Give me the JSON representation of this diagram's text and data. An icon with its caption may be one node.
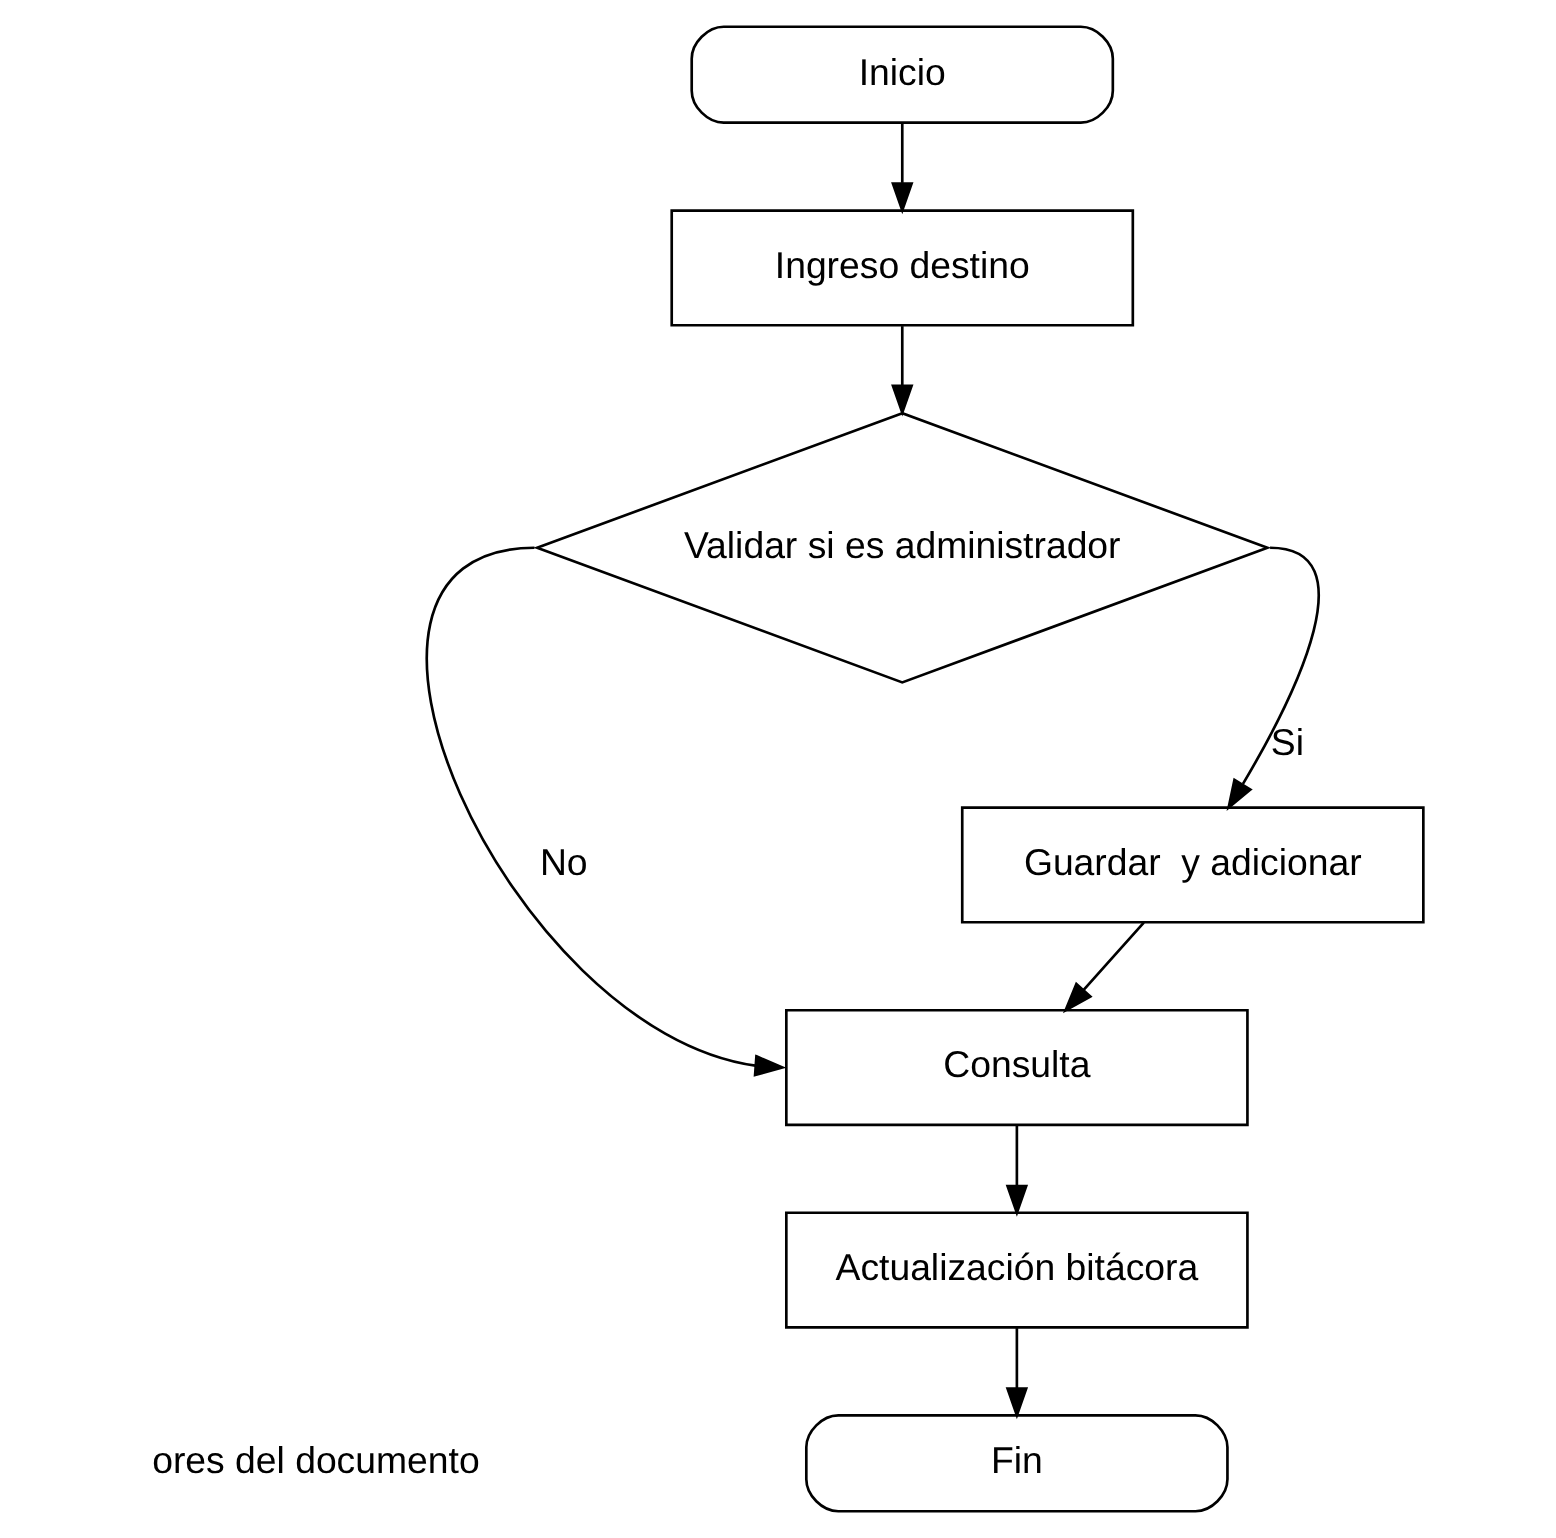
{
  "diagram": {
    "nodes": [
      {
        "text": [
          "Inicio"
        ]
      },
      {
        "text": [
          "Ingreso destino"
        ]
      },
      {
        "text": [
          "Validar si es administrador"
        ]
      },
      {
        "text": [
          "Guardar  y adicionar"
        ]
      },
      {
        "text": [
          "Consulta"
        ]
      },
      {
        "text": [
          "Actualización bitácora"
        ]
      },
      {
        "text": [
          "Fin"
        ]
      }
    ],
    "edges": [
      {
        "from": 0,
        "to": 1,
        "arrow": "to"
      },
      {
        "from": 1,
        "to": 2,
        "arrow": "to"
      },
      {
        "from": 2,
        "to": 3,
        "label": "Si",
        "arrow": "to"
      },
      {
        "from": 2,
        "to": 4,
        "label": "No",
        "arrow": "to"
      },
      {
        "from": 3,
        "to": 4,
        "arrow": "to"
      },
      {
        "from": 4,
        "to": 5,
        "arrow": "to"
      },
      {
        "from": 5,
        "to": 6,
        "arrow": "to"
      }
    ],
    "labels": [
      "ores del documento"
    ]
  }
}
